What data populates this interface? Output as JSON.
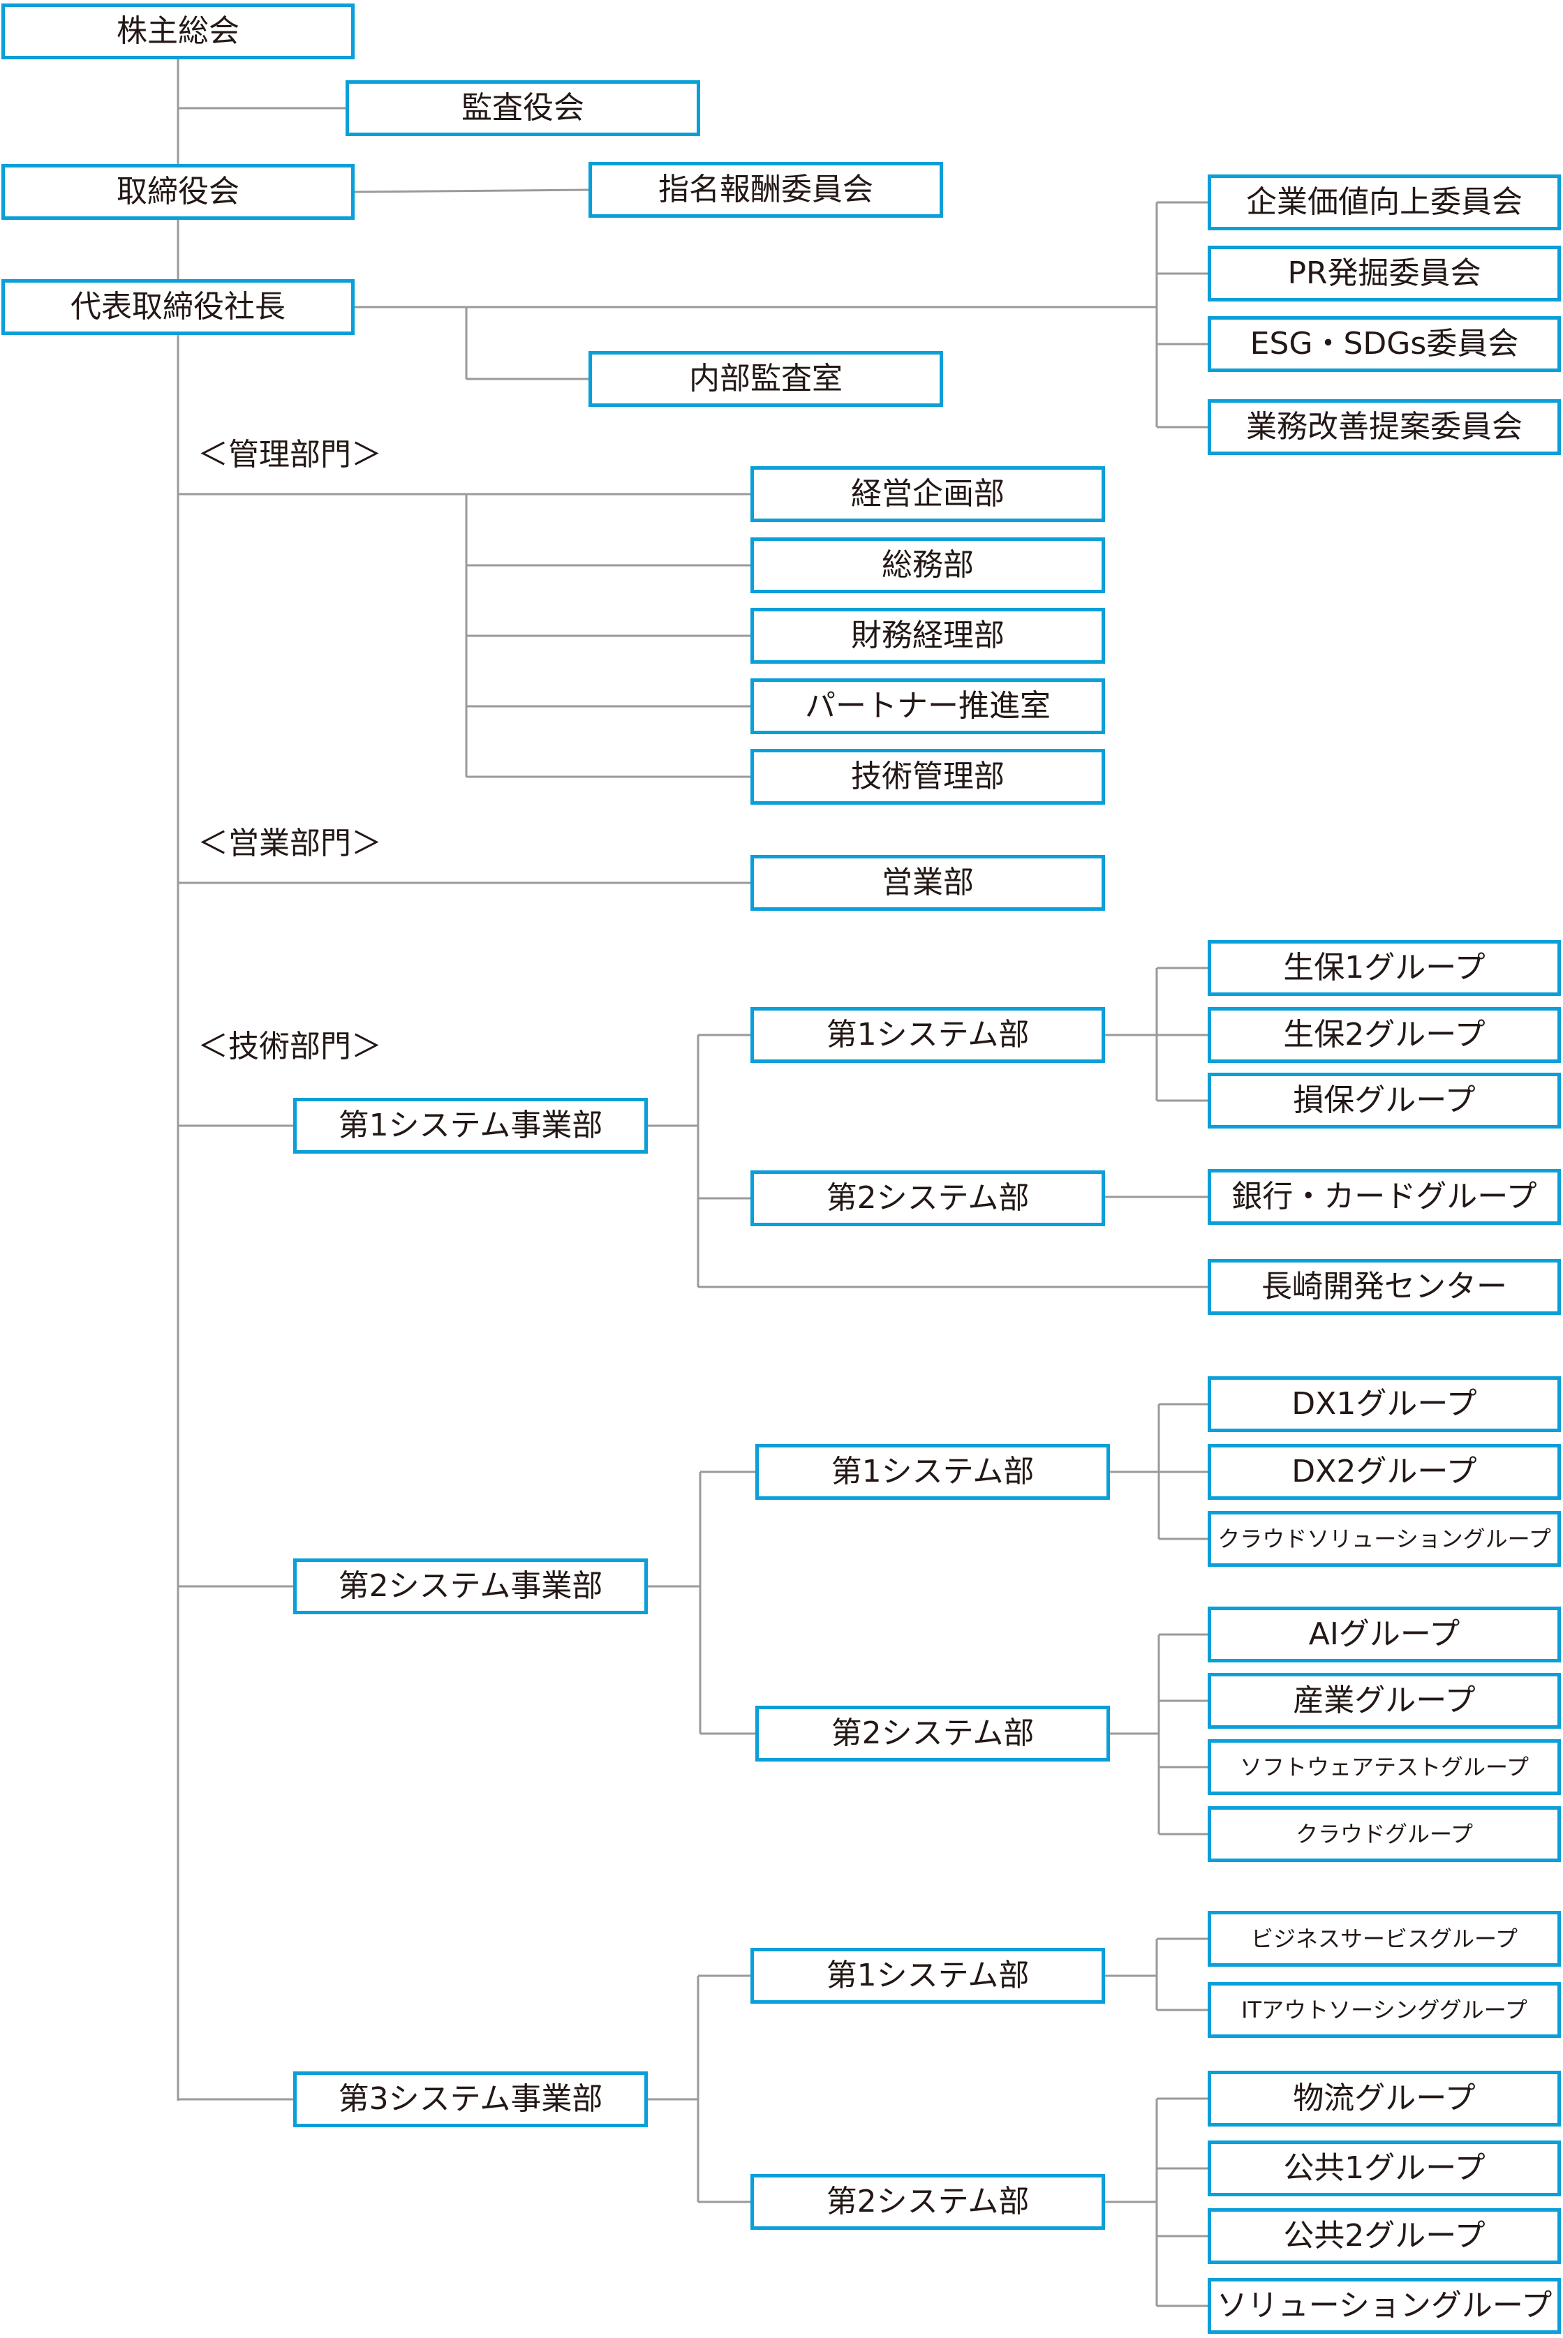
{
  "chart": {
    "sections": {
      "kanri": "＜管理部門＞",
      "eigyo": "＜営業部門＞",
      "gijutsu": "＜技術部門＞"
    },
    "top": {
      "kabunushi": "株主総会",
      "kansayaku": "監査役会",
      "torishimariyaku": "取締役会",
      "shimei": "指名報酬委員会",
      "shacho": "代表取締役社長",
      "naibu": "内部監査室"
    },
    "committees": [
      "企業価値向上委員会",
      "PR発掘委員会",
      "ESG・SDGs委員会",
      "業務改善提案委員会"
    ],
    "management": [
      "経営企画部",
      "総務部",
      "財務経理部",
      "パートナー推進室",
      "技術管理部"
    ],
    "sales": "営業部",
    "div1": {
      "name": "第1システム事業部",
      "dept1": {
        "name": "第1システム部",
        "groups": [
          "生保1グループ",
          "生保2グループ",
          "損保グループ"
        ]
      },
      "dept2": {
        "name": "第2システム部",
        "groups": [
          "銀行・カードグループ"
        ]
      },
      "center": "長崎開発センター"
    },
    "div2": {
      "name": "第2システム事業部",
      "dept1": {
        "name": "第1システム部",
        "groups": [
          "DX1グループ",
          "DX2グループ",
          "クラウドソリューショングループ"
        ]
      },
      "dept2": {
        "name": "第2システム部",
        "groups": [
          "AIグループ",
          "産業グループ",
          "ソフトウェアテストグループ",
          "クラウドグループ"
        ]
      }
    },
    "div3": {
      "name": "第3システム事業部",
      "dept1": {
        "name": "第1システム部",
        "groups": [
          "ビジネスサービスグループ",
          "ITアウトソーシンググループ"
        ]
      },
      "dept2": {
        "name": "第2システム部",
        "groups": [
          "物流グループ",
          "公共1グループ",
          "公共2グループ",
          "ソリューショングループ"
        ]
      }
    },
    "colors": {
      "border": "#0a9fd8",
      "line": "#9a9a9a",
      "text": "#231815"
    }
  }
}
